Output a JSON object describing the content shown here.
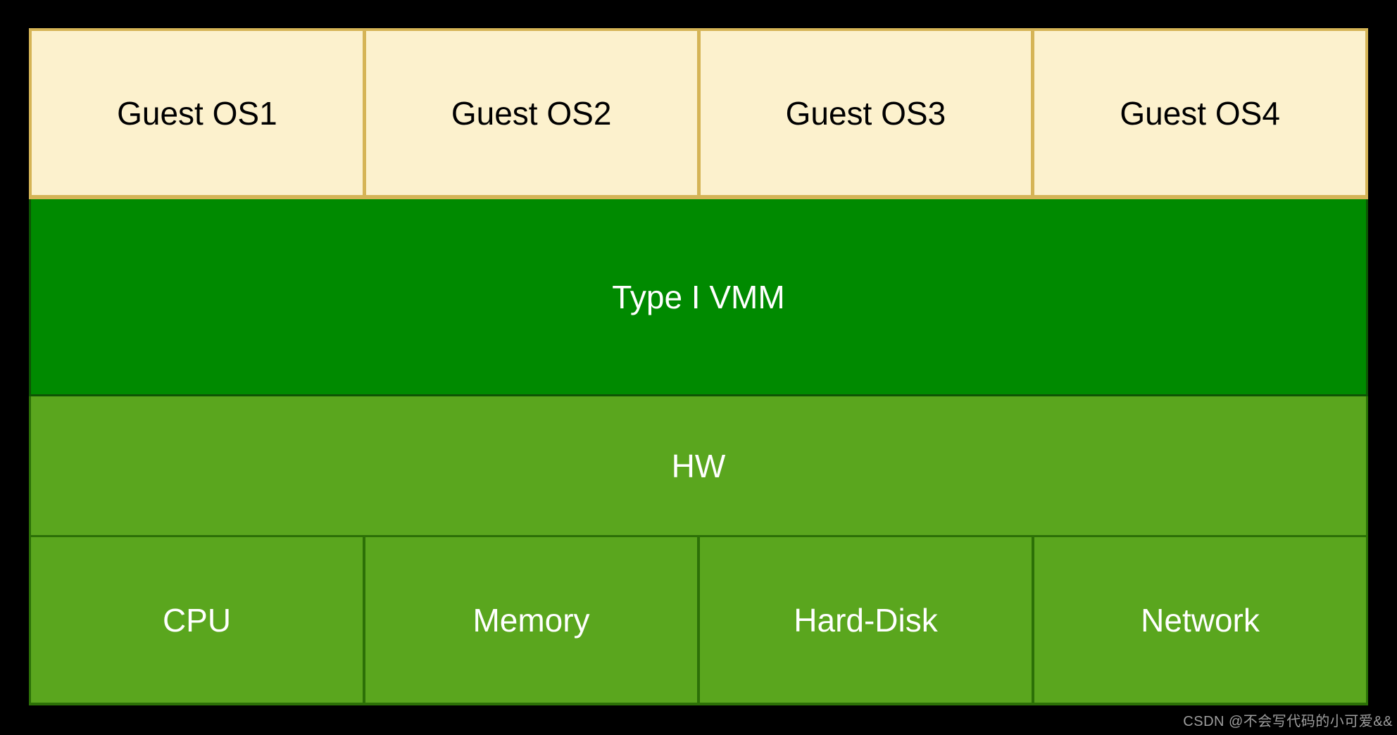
{
  "diagram": {
    "guest_row": {
      "boxes": [
        {
          "label": "Guest OS1"
        },
        {
          "label": "Guest OS2"
        },
        {
          "label": "Guest OS3"
        },
        {
          "label": "Guest OS4"
        }
      ]
    },
    "vmm": {
      "label": "Type I VMM"
    },
    "hw": {
      "label": "HW"
    },
    "hardware_row": {
      "boxes": [
        {
          "label": "CPU"
        },
        {
          "label": "Memory"
        },
        {
          "label": "Hard-Disk"
        },
        {
          "label": "Network"
        }
      ]
    },
    "colors": {
      "background": "#000000",
      "guest_fill": "#FCF1CD",
      "guest_border": "#D5B456",
      "guest_text": "#000000",
      "vmm_fill": "#008A00",
      "vmm_border": "#0E5404",
      "hw_fill": "#5AA61E",
      "hw_border": "#2C7007",
      "light_text": "#FFFFFF"
    }
  },
  "watermark": {
    "text": "CSDN @不会写代码的小可爱&&"
  }
}
